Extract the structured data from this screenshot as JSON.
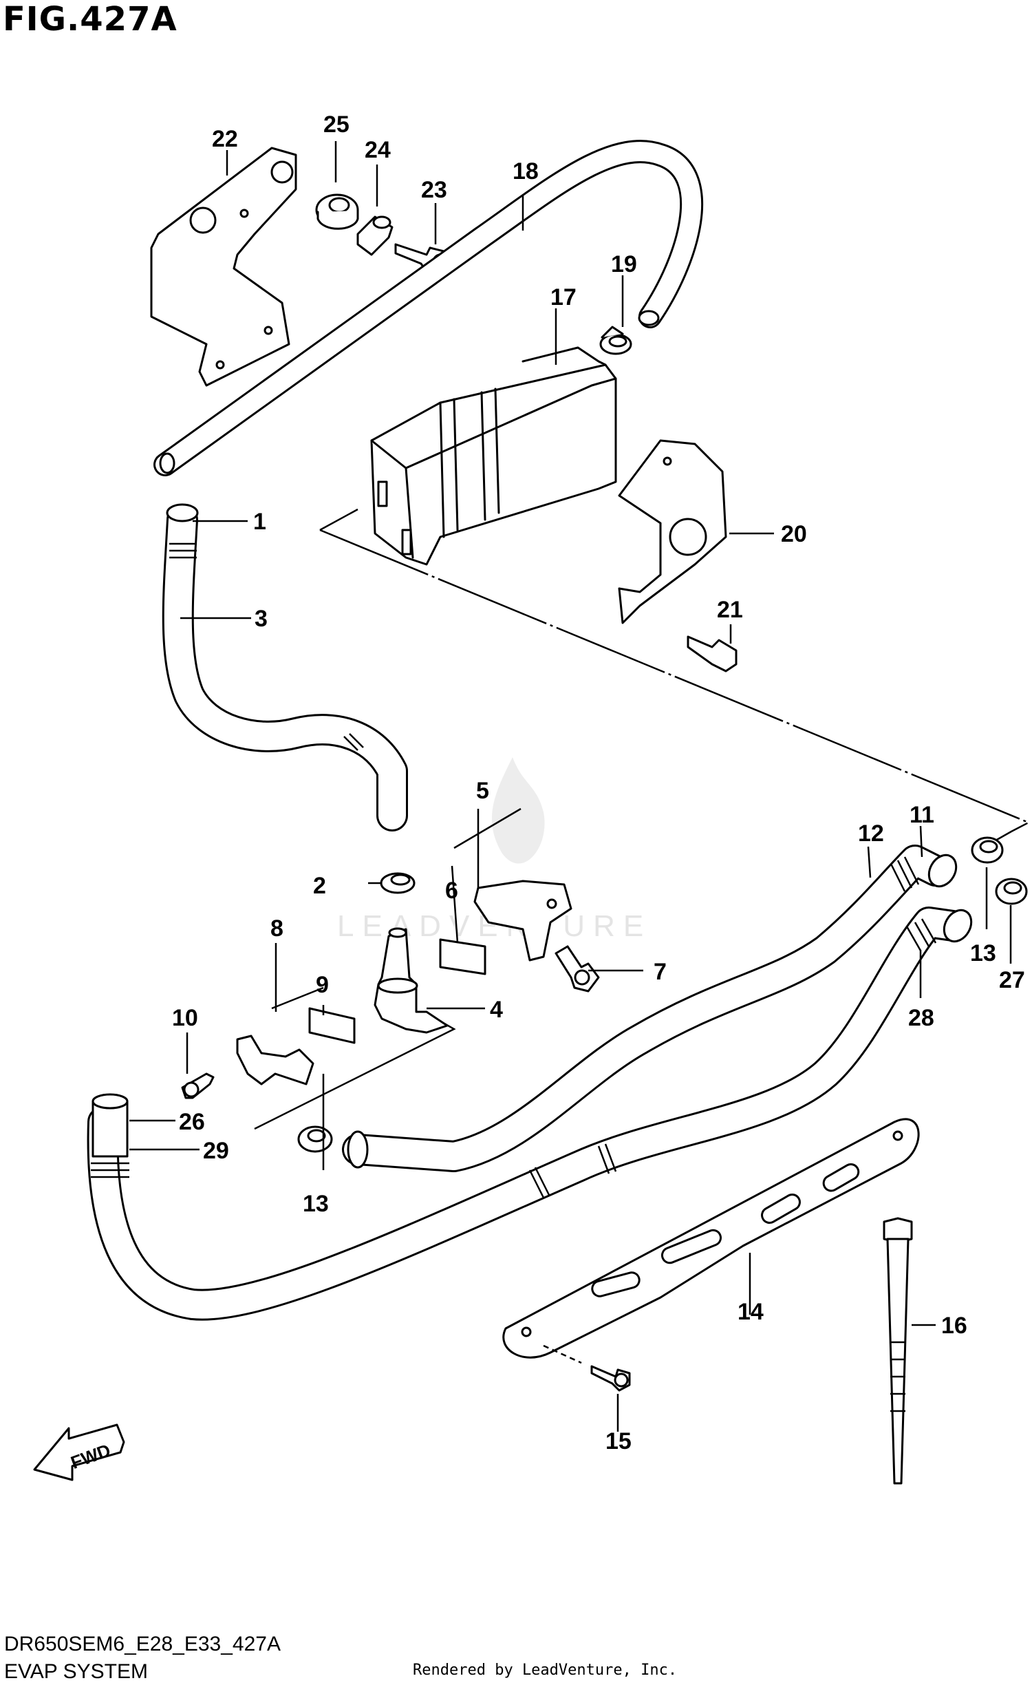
{
  "figure": {
    "title": "FIG.427A",
    "model_code": "DR650SEM6_E28_E33_427A",
    "section_name": "EVAP SYSTEM",
    "render_credit": "Rendered by LeadVenture, Inc.",
    "watermark": "LEADVENTURE",
    "direction_label": "FWD"
  },
  "callouts": [
    "1",
    "2",
    "3",
    "4",
    "5",
    "6",
    "7",
    "8",
    "9",
    "10",
    "11",
    "12",
    "13",
    "13",
    "14",
    "15",
    "16",
    "17",
    "18",
    "19",
    "20",
    "21",
    "22",
    "23",
    "24",
    "25",
    "26",
    "27",
    "28",
    "29"
  ]
}
